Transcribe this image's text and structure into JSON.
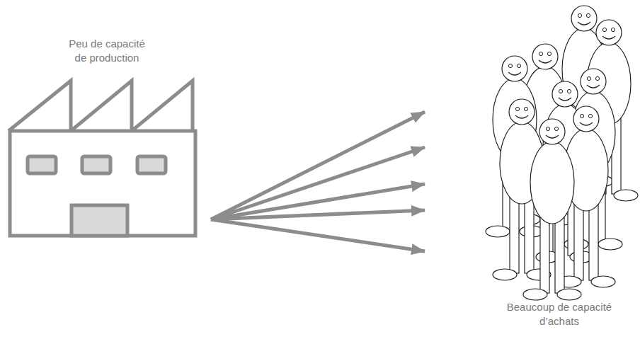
{
  "diagram": {
    "nodes": [
      {
        "text": [
          "Peu de capacité de production"
        ]
      },
      {
        "text": [
          "Beaucoup de capacité d’achats"
        ]
      }
    ],
    "edges": [
      {
        "from": 0,
        "to": 1,
        "arrow": "to"
      },
      {
        "from": 0,
        "to": 1,
        "arrow": "to"
      },
      {
        "from": 0,
        "to": 1,
        "arrow": "to"
      },
      {
        "from": 0,
        "to": 1,
        "arrow": "to"
      },
      {
        "from": 0,
        "to": 1,
        "arrow": "to"
      }
    ]
  }
}
